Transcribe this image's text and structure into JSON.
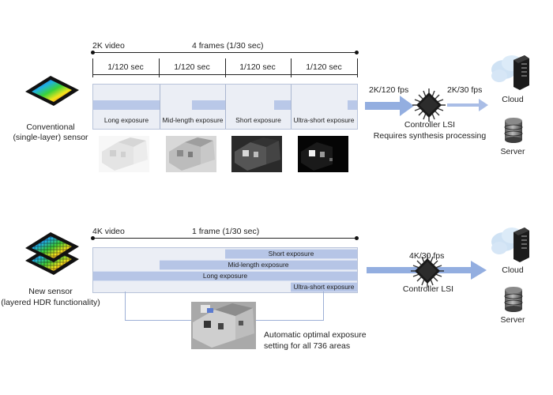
{
  "top": {
    "sensor_label_1": "Conventional",
    "sensor_label_2": "(single-layer) sensor",
    "video_label": "2K video",
    "frames_label": "4 frames (1/30 sec)",
    "frame_times": [
      "1/120 sec",
      "1/120 sec",
      "1/120 sec",
      "1/120 sec"
    ],
    "exposures": [
      "Long exposure",
      "Mid-length exposure",
      "Short exposure",
      "Ultra-short exposure"
    ],
    "fps_in": "2K/120 fps",
    "fps_out": "2K/30 fps",
    "lsi_label": "Controller LSI",
    "lsi_note": "Requires synthesis processing",
    "cloud_label": "Cloud",
    "server_label": "Server"
  },
  "bottom": {
    "sensor_label_1": "New sensor",
    "sensor_label_2": "(layered HDR functionality)",
    "video_label": "4K video",
    "frames_label": "1 frame (1/30 sec)",
    "exposures": [
      "Short exposure",
      "Mid-length exposure",
      "Long exposure",
      "Ultra-short exposure"
    ],
    "fps": "4K/30 fps",
    "lsi_label": "Controller LSI",
    "auto_note_1": "Automatic optimal exposure",
    "auto_note_2": "setting for all 736 areas",
    "cloud_label": "Cloud",
    "server_label": "Server"
  },
  "colors": {
    "panel_bg": "#ebeef5",
    "exposure_bar": "#b9c8e8",
    "arrow": "#93aee0",
    "chip": "#222222"
  },
  "icons": [
    "sensor-chip-icon",
    "layered-sensor-icon",
    "controller-lsi-chip-icon",
    "cloud-server-icon",
    "database-server-icon",
    "arrow-right-icon"
  ]
}
